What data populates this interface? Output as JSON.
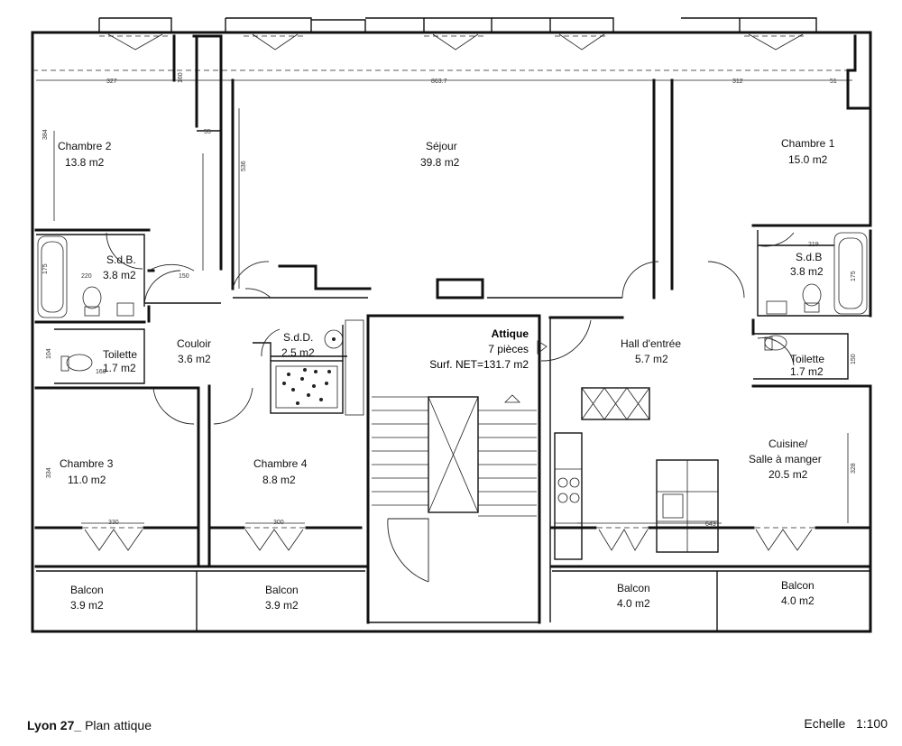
{
  "plan": {
    "rooms": {
      "chambre2": {
        "name": "Chambre 2",
        "area": "13.8 m2"
      },
      "sejour": {
        "name": "Séjour",
        "area": "39.8 m2"
      },
      "chambre1": {
        "name": "Chambre 1",
        "area": "15.0 m2"
      },
      "sdb_left": {
        "name": "S.d.B.",
        "area": "3.8 m2"
      },
      "sdb_right": {
        "name": "S.d.B",
        "area": "3.8 m2"
      },
      "couloir": {
        "name": "Couloir",
        "area": "3.6 m2"
      },
      "sdd": {
        "name": "S.d.D.",
        "area": "2.5 m2"
      },
      "toilette_left": {
        "name": "Toilette",
        "area": "1.7 m2"
      },
      "toilette_right": {
        "name": "Toilette",
        "area": "1.7 m2"
      },
      "hall": {
        "name": "Hall d'entrée",
        "area": "5.7 m2"
      },
      "chambre3": {
        "name": "Chambre 3",
        "area": "11.0 m2"
      },
      "chambre4": {
        "name": "Chambre 4",
        "area": "8.8 m2"
      },
      "cuisine_line1": "Cuisine/",
      "cuisine_line2": "Salle à manger",
      "cuisine_area": "20.5 m2",
      "balcon1": {
        "name": "Balcon",
        "area": "3.9 m2"
      },
      "balcon2": {
        "name": "Balcon",
        "area": "3.9 m2"
      },
      "balcon3": {
        "name": "Balcon",
        "area": "4.0 m2"
      },
      "balcon4": {
        "name": "Balcon",
        "area": "4.0 m2"
      }
    },
    "summary": {
      "title": "Attique",
      "pieces": "7 pièces",
      "surface": "Surf. NET=131.7 m2"
    },
    "dimensions": {
      "d327": "327",
      "d863": "863.7",
      "d312": "312",
      "d51": "51",
      "d160": "160",
      "d55": "55",
      "d384": "384",
      "d536": "536",
      "d175a": "175",
      "d220": "220",
      "d150": "150",
      "d104": "104",
      "d160b": "160",
      "d334": "334",
      "d330": "330",
      "d300": "300",
      "d219": "219",
      "d175b": "175",
      "d150b": "150",
      "d328": "328",
      "d643": "643"
    }
  },
  "footer": {
    "project": "Lyon 27_",
    "subtitle": "Plan attique",
    "scale_label": "Echelle",
    "scale_value": "1:100"
  }
}
